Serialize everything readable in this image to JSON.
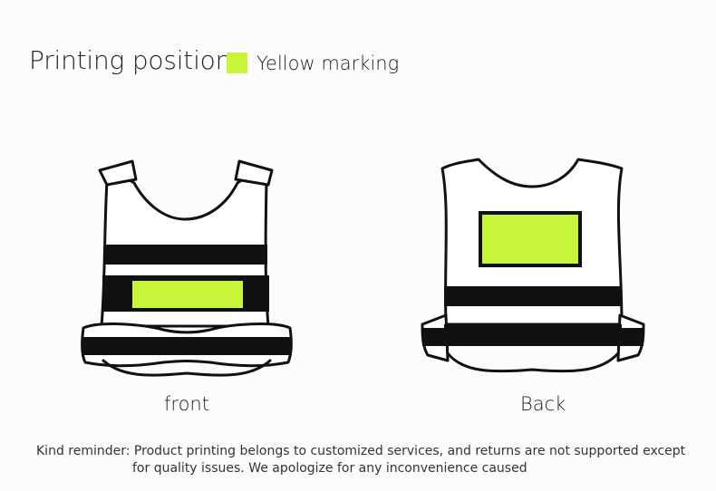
{
  "header": {
    "title": "Printing position",
    "legend_label": "Yellow marking"
  },
  "colors": {
    "marking": "#c6f53a",
    "outline": "#111111",
    "vest_fill": "#ffffff",
    "background": "#fcfcfc"
  },
  "views": {
    "front_label": "front",
    "back_label": "Back"
  },
  "reminder": {
    "line1": "Kind reminder: Product printing belongs to customized services, and returns are not supported except",
    "line2": "for quality issues. We apologize for any inconvenience caused"
  }
}
